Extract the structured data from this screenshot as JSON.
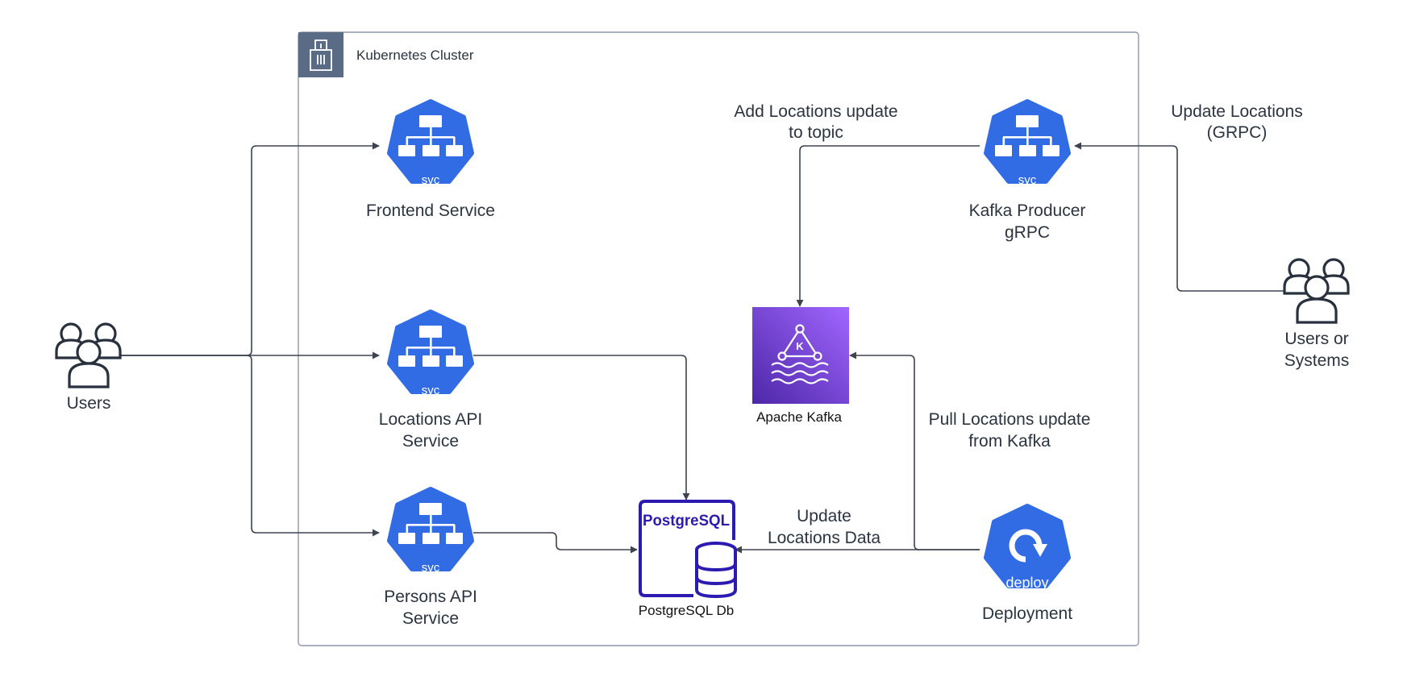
{
  "cluster": {
    "title": "Kubernetes Cluster"
  },
  "nodes": {
    "users": {
      "label": "Users"
    },
    "external_users": {
      "label_line1": "Users or",
      "label_line2": "Systems"
    },
    "frontend": {
      "badge": "svc",
      "label": "Frontend Service"
    },
    "locations_api": {
      "badge": "svc",
      "label_line1": "Locations API",
      "label_line2": "Service"
    },
    "persons_api": {
      "badge": "svc",
      "label_line1": "Persons API",
      "label_line2": "Service"
    },
    "kafka_producer": {
      "badge": "svc",
      "label_line1": "Kafka Producer",
      "label_line2": "gRPC"
    },
    "kafka": {
      "label": "Apache Kafka",
      "icon_letter": "K"
    },
    "postgres": {
      "logo_text": "PostgreSQL",
      "label": "PostgreSQL Db"
    },
    "deployment": {
      "badge": "deploy",
      "label": "Deployment"
    }
  },
  "edges": {
    "add_to_topic": {
      "line1": "Add Locations update",
      "line2": "to topic"
    },
    "update_grpc": {
      "line1": "Update Locations",
      "line2": "(GRPC)"
    },
    "pull_from_kafka": {
      "line1": "Pull Locations update",
      "line2": "from Kafka"
    },
    "update_data": {
      "line1": "Update",
      "line2": "Locations Data"
    }
  },
  "colors": {
    "k8s_blue": "#326ce5",
    "kafka_gradient_start": "#4d27a8",
    "kafka_gradient_end": "#a166ff",
    "postgres_navy": "#2c1bb0",
    "connector": "#3d4450",
    "cluster_border": "#8d99a8",
    "cluster_badge": "#5a6b86"
  }
}
